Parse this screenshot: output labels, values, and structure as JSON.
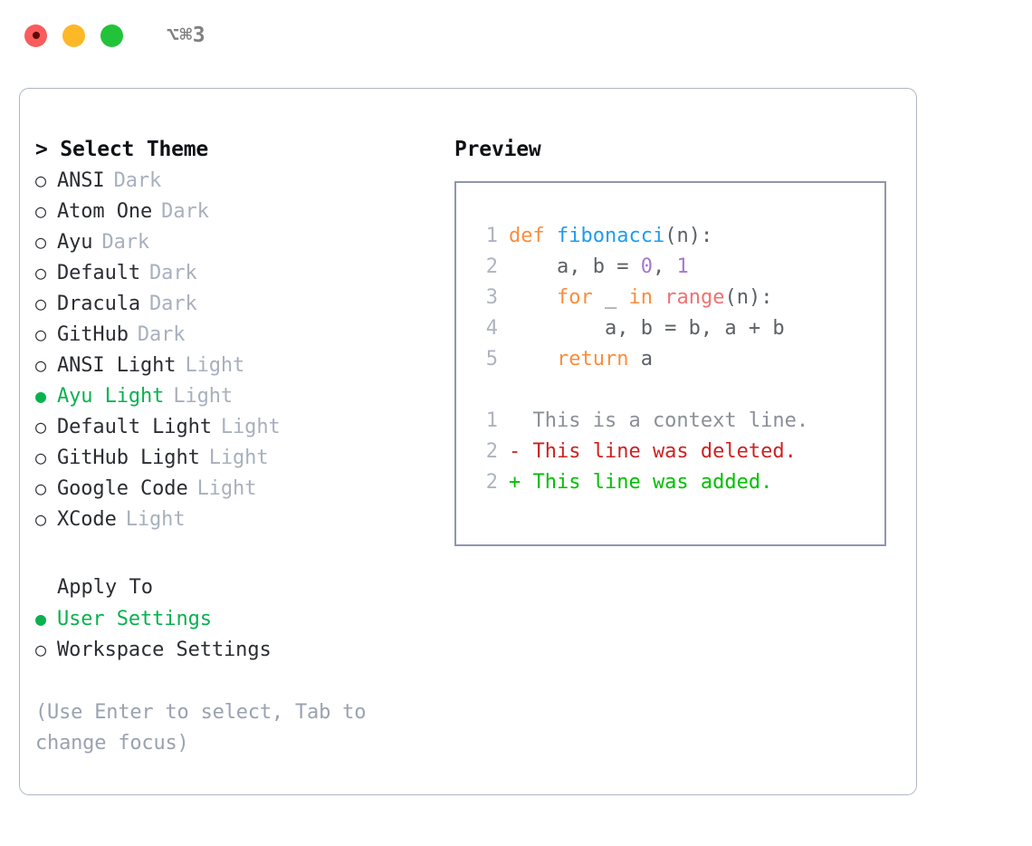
{
  "titlebar": {
    "lights": [
      {
        "name": "close-button",
        "color": "#fa5b5b"
      },
      {
        "name": "minimize-button",
        "color": "#fcb827"
      },
      {
        "name": "maximize-button",
        "color": "#22c33a"
      }
    ],
    "shortcut": "⌥⌘3"
  },
  "theme_panel": {
    "title": "> Select Theme",
    "options": [
      {
        "marker": "○",
        "label": "ANSI",
        "variant": "Dark",
        "selected": false
      },
      {
        "marker": "○",
        "label": "Atom One",
        "variant": "Dark",
        "selected": false
      },
      {
        "marker": "○",
        "label": "Ayu",
        "variant": "Dark",
        "selected": false
      },
      {
        "marker": "○",
        "label": "Default",
        "variant": "Dark",
        "selected": false
      },
      {
        "marker": "○",
        "label": "Dracula",
        "variant": "Dark",
        "selected": false
      },
      {
        "marker": "○",
        "label": "GitHub",
        "variant": "Dark",
        "selected": false
      },
      {
        "marker": "○",
        "label": "ANSI Light",
        "variant": "Light",
        "selected": false
      },
      {
        "marker": "●",
        "label": "Ayu Light",
        "variant": "Light",
        "selected": true
      },
      {
        "marker": "○",
        "label": "Default Light",
        "variant": "Light",
        "selected": false
      },
      {
        "marker": "○",
        "label": "GitHub Light",
        "variant": "Light",
        "selected": false
      },
      {
        "marker": "○",
        "label": "Google Code",
        "variant": "Light",
        "selected": false
      },
      {
        "marker": "○",
        "label": "XCode",
        "variant": "Light",
        "selected": false
      }
    ]
  },
  "apply_to": {
    "heading": "Apply To",
    "options": [
      {
        "marker": "●",
        "label": "User Settings",
        "selected": true
      },
      {
        "marker": "○",
        "label": "Workspace Settings",
        "selected": false
      }
    ]
  },
  "hint": "(Use Enter to select, Tab to change focus)",
  "preview": {
    "title": "Preview",
    "code_lines": [
      {
        "lineno": "1",
        "tokens": [
          {
            "text": "def ",
            "type": "kw"
          },
          {
            "text": "fibonacci",
            "type": "fn"
          },
          {
            "text": "(n):",
            "type": "plain"
          }
        ]
      },
      {
        "lineno": "2",
        "tokens": [
          {
            "text": "    a, b = ",
            "type": "plain"
          },
          {
            "text": "0",
            "type": "num"
          },
          {
            "text": ", ",
            "type": "plain"
          },
          {
            "text": "1",
            "type": "num"
          }
        ]
      },
      {
        "lineno": "3",
        "tokens": [
          {
            "text": "    ",
            "type": "plain"
          },
          {
            "text": "for",
            "type": "kw"
          },
          {
            "text": " _ ",
            "type": "plain"
          },
          {
            "text": "in",
            "type": "kw"
          },
          {
            "text": " ",
            "type": "plain"
          },
          {
            "text": "range",
            "type": "bi"
          },
          {
            "text": "(n):",
            "type": "plain"
          }
        ]
      },
      {
        "lineno": "4",
        "tokens": [
          {
            "text": "        a, b = b, a + b",
            "type": "plain"
          }
        ]
      },
      {
        "lineno": "5",
        "tokens": [
          {
            "text": "    ",
            "type": "plain"
          },
          {
            "text": "return",
            "type": "kw"
          },
          {
            "text": " a",
            "type": "plain"
          }
        ]
      }
    ],
    "diff_lines": [
      {
        "lineno": "1",
        "text": "  This is a context line.",
        "kind": "ctx"
      },
      {
        "lineno": "2",
        "text": "- This line was deleted.",
        "kind": "del"
      },
      {
        "lineno": "2",
        "text": "+ This line was added.",
        "kind": "add"
      }
    ]
  },
  "colors": {
    "accent_green": "#0ab14f",
    "keyword_orange": "#fa8d3e",
    "function_blue": "#1f9cf0",
    "builtin_salmon": "#f07171",
    "number_purple": "#a37acc",
    "muted_grey": "#a8b0bd",
    "diff_delete": "#cc2222",
    "diff_add": "#00c000",
    "border_grey": "#8d98aa"
  }
}
